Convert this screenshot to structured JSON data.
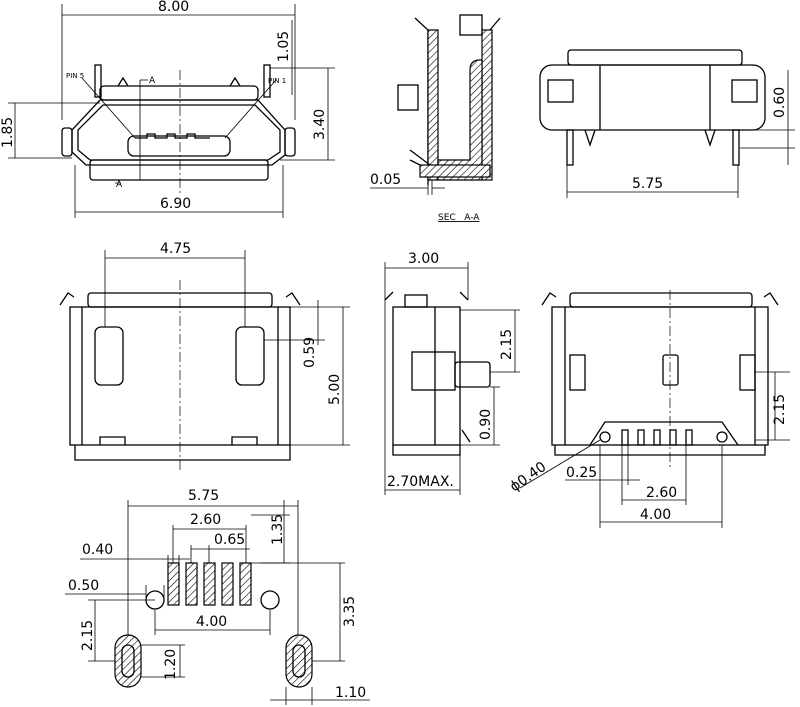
{
  "title": "Micro USB receptacle mechanical drawing",
  "front_view": {
    "width_overall": "8.00",
    "lead_height": "1.05",
    "height": "3.40",
    "opening_height": "1.85",
    "body_width": "6.90",
    "pin5_label": "PIN 5",
    "pin1_label": "PIN 1",
    "section_mark_top": "A",
    "section_mark_bottom": "A"
  },
  "section_view": {
    "gap": "0.05",
    "caption": "SEC   A-A"
  },
  "rear_view": {
    "tab_height": "0.60",
    "lead_span": "5.75"
  },
  "top_view": {
    "slot_span": "4.75",
    "slot_offset": "0.59",
    "length": "5.00"
  },
  "side_view": {
    "width": "3.00",
    "peg_offset": "2.15",
    "peg_height": "0.90",
    "max_height": "2.70MAX."
  },
  "bottom_view": {
    "tab_offset": "2.15",
    "hole_dia": "ϕ0.40",
    "pin_width": "0.25",
    "pin_span": "2.60",
    "hole_span": "4.00"
  },
  "footprint": {
    "overall_span": "5.75",
    "pad_span": "2.60",
    "pitch": "0.65",
    "pad_length": "1.35",
    "pad_width": "0.40",
    "hole_dia": "0.50",
    "vertical_span": "3.35",
    "slot_offset": "2.15",
    "hole_span": "4.00",
    "slot_length": "1.20",
    "slot_width": "1.10"
  }
}
